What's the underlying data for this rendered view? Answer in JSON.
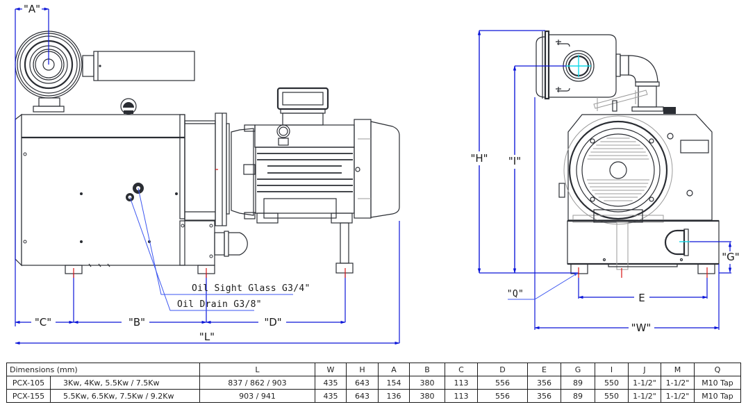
{
  "drawing": {
    "side_view_labels": {
      "A": "\"A\"",
      "B": "\"B\"",
      "C": "\"C\"",
      "D": "\"D\"",
      "L": "\"L\""
    },
    "callouts": {
      "oil_sight_glass": "Oil Sight Glass G3/4\"",
      "oil_drain": "Oil Drain G3/8\""
    },
    "front_view_labels": {
      "H": "\"H\"",
      "I": "\"I\"",
      "Q": "\"Q\"",
      "E": "E",
      "W": "\"W\"",
      "G": "\"G\""
    },
    "colors": {
      "dimension_line": "#0a14d8",
      "center_mark": "#d81414",
      "inlet_axis": "#10d8e8",
      "outline": "#2a2d33"
    }
  },
  "table": {
    "header_label": "Dimensions (mm)",
    "columns": [
      "L",
      "W",
      "H",
      "A",
      "B",
      "C",
      "D",
      "E",
      "G",
      "I",
      "J",
      "M",
      "Q"
    ],
    "rows": [
      {
        "model": "PCX-105",
        "power": "3Kw, 4Kw, 5.5Kw / 7.5Kw",
        "values": [
          "837 / 862 / 903",
          "435",
          "643",
          "154",
          "380",
          "113",
          "556",
          "356",
          "89",
          "550",
          "1-1/2\"",
          "1-1/2\"",
          "M10 Tap"
        ]
      },
      {
        "model": "PCX-155",
        "power": "5.5Kw, 6.5Kw, 7.5Kw / 9.2Kw",
        "values": [
          "903 / 941",
          "435",
          "643",
          "136",
          "380",
          "113",
          "556",
          "356",
          "89",
          "550",
          "1-1/2\"",
          "1-1/2\"",
          "M10 Tap"
        ]
      }
    ]
  }
}
